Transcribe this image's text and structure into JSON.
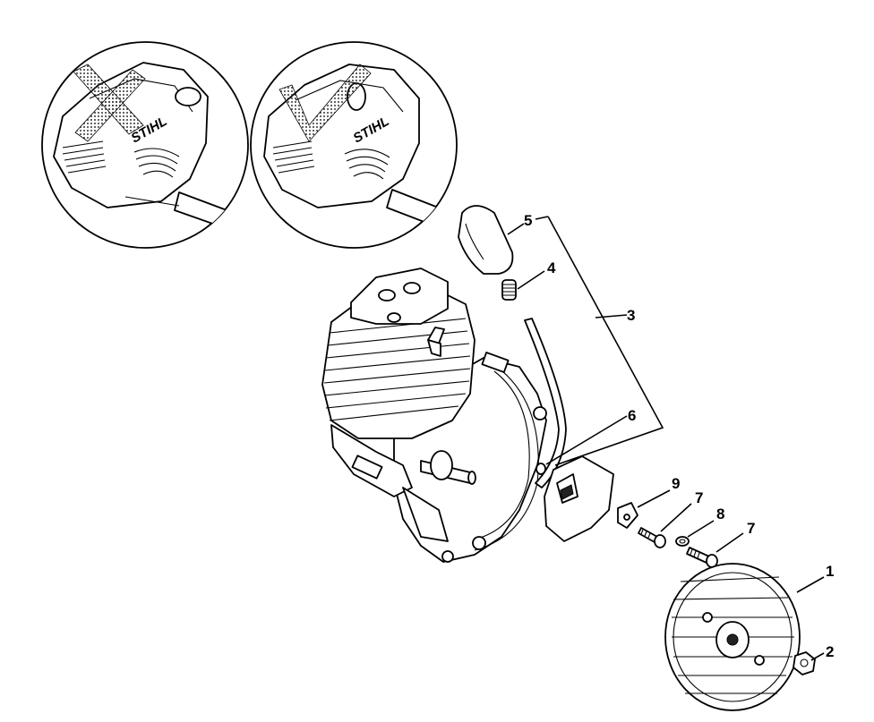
{
  "diagram": {
    "insets": [
      {
        "brand_text": "STIHL",
        "marker": "cross"
      },
      {
        "brand_text": "STIHL",
        "marker": "check"
      }
    ],
    "callouts": [
      {
        "id": "1",
        "label": "1"
      },
      {
        "id": "2",
        "label": "2"
      },
      {
        "id": "3",
        "label": "3"
      },
      {
        "id": "4",
        "label": "4"
      },
      {
        "id": "5",
        "label": "5"
      },
      {
        "id": "6",
        "label": "6"
      },
      {
        "id": "7a",
        "label": "7"
      },
      {
        "id": "7b",
        "label": "7"
      },
      {
        "id": "8",
        "label": "8"
      },
      {
        "id": "9",
        "label": "9"
      }
    ],
    "colors": {
      "line": "#000000",
      "background": "#ffffff",
      "hatch": "#333333"
    }
  }
}
